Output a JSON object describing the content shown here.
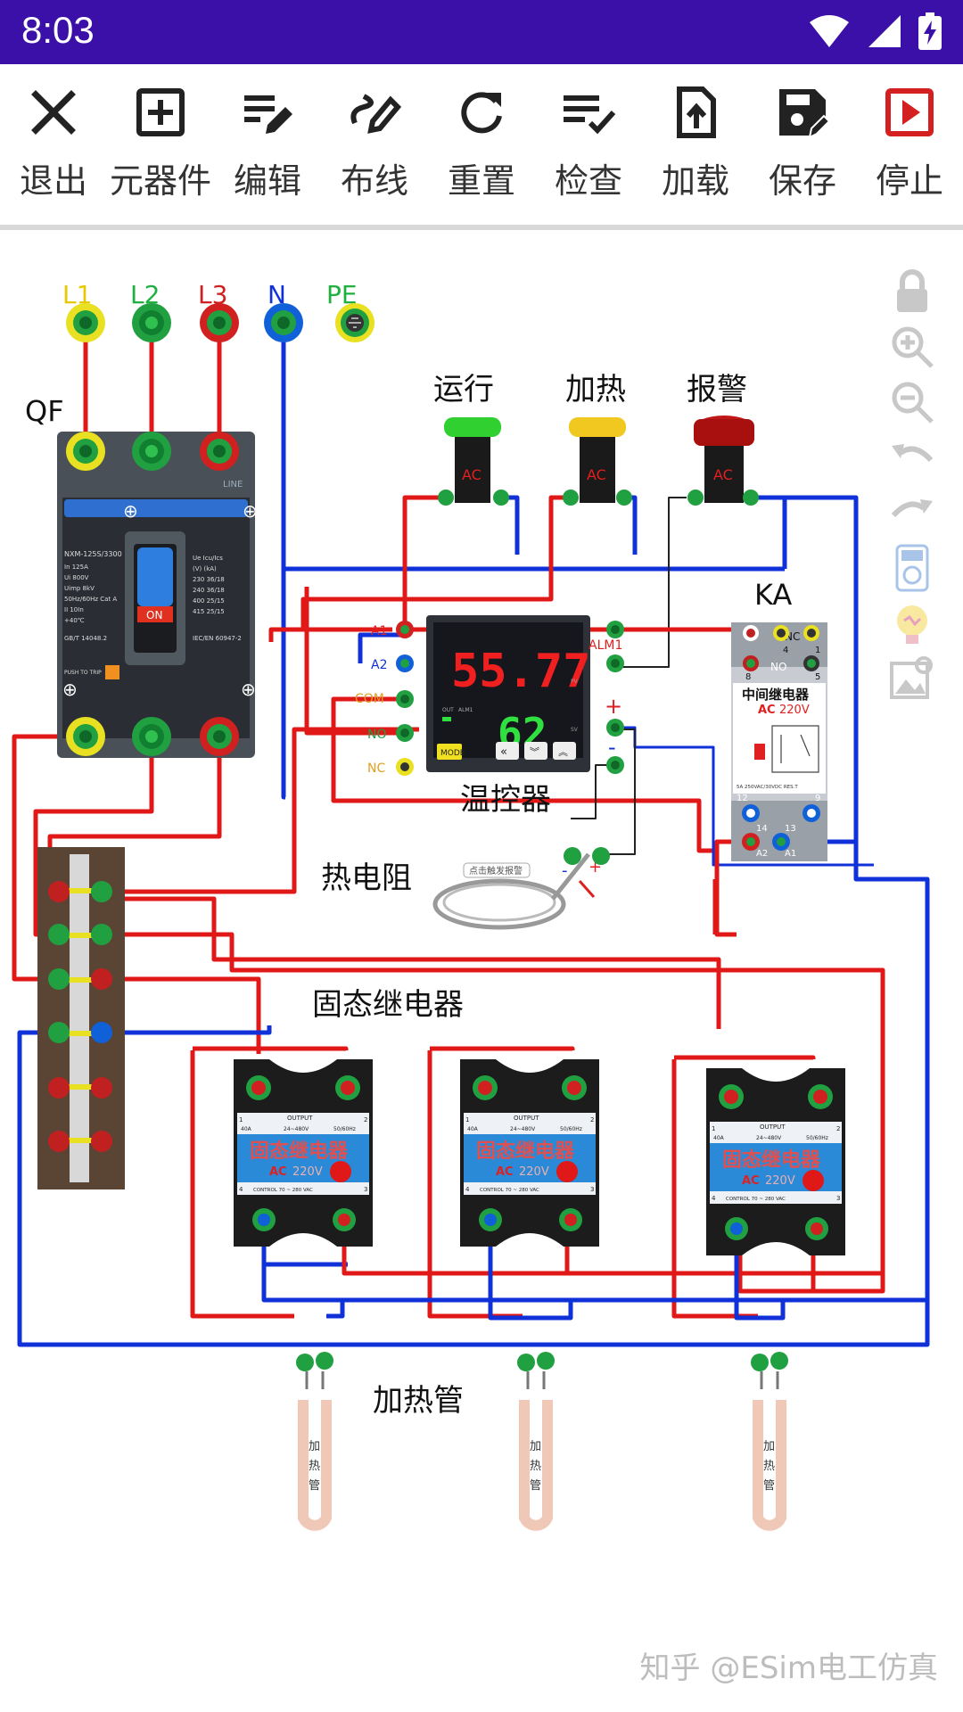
{
  "status": {
    "time": "8:03"
  },
  "toolbar": {
    "items": [
      {
        "label": "退出",
        "icon": "close-icon"
      },
      {
        "label": "元器件",
        "icon": "add-box-icon"
      },
      {
        "label": "编辑",
        "icon": "edit-list-icon"
      },
      {
        "label": "布线",
        "icon": "draw-icon"
      },
      {
        "label": "重置",
        "icon": "refresh-icon"
      },
      {
        "label": "检查",
        "icon": "checklist-icon"
      },
      {
        "label": "加载",
        "icon": "upload-file-icon"
      },
      {
        "label": "保存",
        "icon": "save-icon"
      },
      {
        "label": "停止",
        "icon": "stop-play-icon"
      }
    ]
  },
  "side_tools": [
    "lock-icon",
    "zoom-in-icon",
    "zoom-out-icon",
    "undo-icon",
    "redo-icon",
    "multimeter-icon",
    "hint-bulb-icon",
    "image-icon"
  ],
  "terminals": {
    "l1": "L1",
    "l2": "L2",
    "l3": "L3",
    "n": "N",
    "pe": "PE"
  },
  "breaker": {
    "name": "QF",
    "model": "NXM-125S/3300",
    "line": "LINE",
    "on": "ON",
    "push": "PUSH TO TRIP",
    "ln": "In  125A",
    "ui": "Ui        800V",
    "uimp": "Uimp      8kV",
    "cat": "50Hz/60Hz  Cat A",
    "ii": "II         10In",
    "temp": "+40℃",
    "std": "GB/T 14048.2",
    "iec": "IEC/EN 60947-2",
    "ue": "Ue   Icu/Ics",
    "ue_unit": "(V)     (kA)",
    "r1": "230    36/18",
    "r2": "240    36/18",
    "r3": "400    25/15",
    "r4": "415    25/15"
  },
  "lamps": {
    "run": "运行",
    "heat": "加热",
    "alarm": "报警",
    "ac": "AC"
  },
  "controller": {
    "name": "温控器",
    "pv": "55.77",
    "sv": "62",
    "mode": "MODE",
    "pv_tag": "PV",
    "sv_tag": "SV",
    "out": "OUT",
    "alm": "ALM1",
    "a1": "A1",
    "a2": "A2",
    "com": "COM",
    "no": "NO",
    "nc": "NC",
    "alm1": "ALM1",
    "plus": "+",
    "minus": "-"
  },
  "relay": {
    "name": "KA",
    "title": "中间继电器",
    "ac": "AC",
    "voltage": "220V",
    "rating": "5A 250VAC/30VDC RES.T",
    "nc": "NC",
    "no": "NO",
    "t8": "8",
    "t5": "5",
    "t4": "4",
    "t1": "1",
    "t12": "12",
    "t9": "9",
    "t14": "14",
    "t13": "13",
    "a2": "A2",
    "a1": "A1"
  },
  "thermistor": {
    "name": "热电阻",
    "tag": "点击触发报警",
    "minus": "-",
    "plus": "+"
  },
  "ssr_group": {
    "name": "固态继电器",
    "items": [
      {
        "title": "固态继电器",
        "ac": "AC",
        "voltage": "220V",
        "output": "OUTPUT",
        "amp": "40A",
        "range": "24~480V",
        "freq": "50/60Hz",
        "control": "CONTROL 70 ~ 280 VAC",
        "t1": "1",
        "t2": "2",
        "t3": "3",
        "t4": "4"
      },
      {
        "title": "固态继电器",
        "ac": "AC",
        "voltage": "220V",
        "output": "OUTPUT",
        "amp": "40A",
        "range": "24~480V",
        "freq": "50/60Hz",
        "control": "CONTROL 70 ~ 280 VAC",
        "t1": "1",
        "t2": "2",
        "t3": "3",
        "t4": "4"
      },
      {
        "title": "固态继电器",
        "ac": "AC",
        "voltage": "220V",
        "output": "OUTPUT",
        "amp": "40A",
        "range": "24~480V",
        "freq": "50/60Hz",
        "control": "CONTROL 70 ~ 280 VAC",
        "t1": "1",
        "t2": "2",
        "t3": "3",
        "t4": "4"
      }
    ]
  },
  "heaters": {
    "name": "加热管",
    "tube_label": [
      "加",
      "热",
      "管"
    ]
  },
  "watermark": "知乎 @ESim电工仿真",
  "colors": {
    "status_bar": "#3a10a8",
    "wire_red": "#e01818",
    "wire_blue": "#1030d8",
    "terminal_green": "#20a040",
    "terminal_yellow": "#e8e020"
  }
}
